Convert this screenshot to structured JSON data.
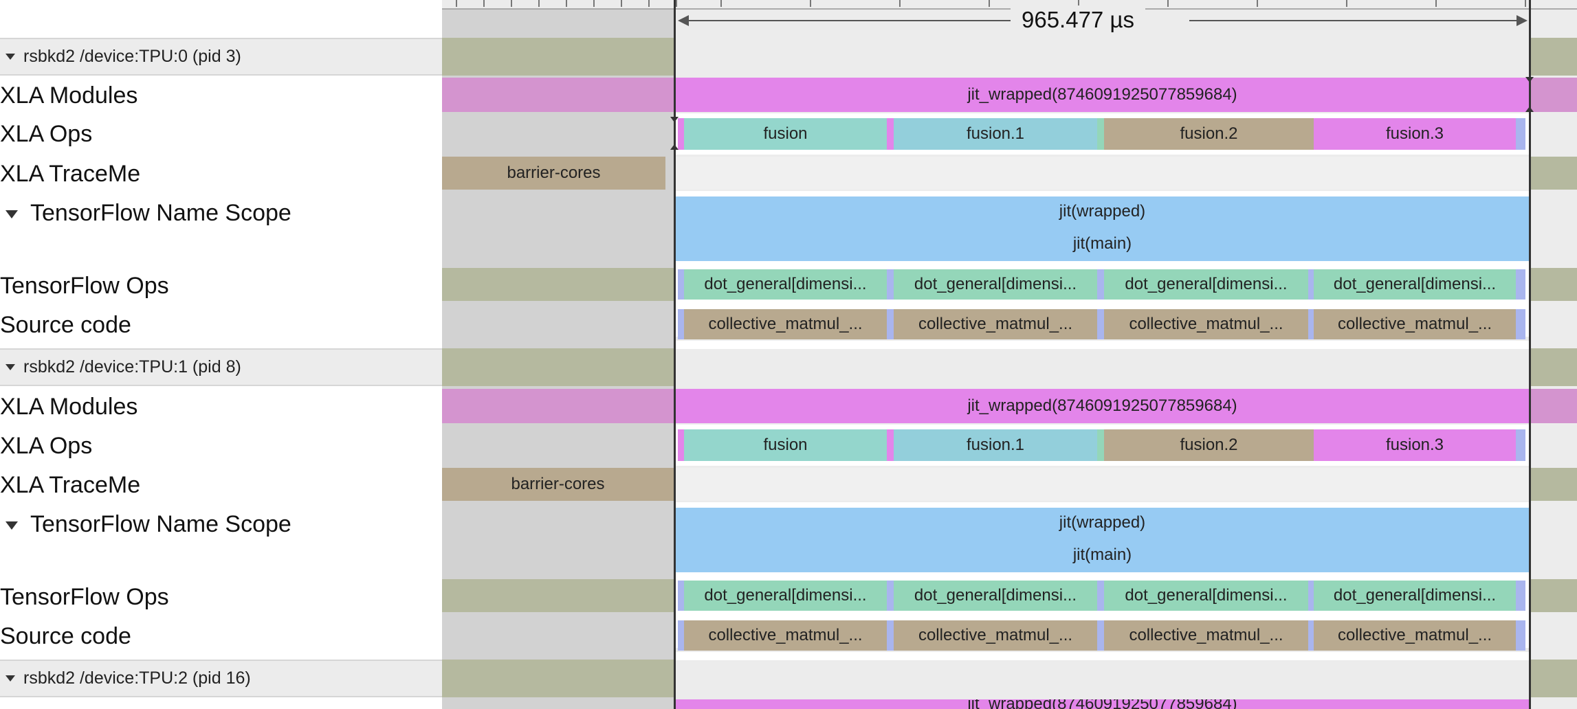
{
  "duration": {
    "label": "965.477 µs"
  },
  "labels": {
    "xla_modules": "XLA Modules",
    "xla_ops": "XLA Ops",
    "xla_traceme": "XLA TraceMe",
    "tf_name_scope": "TensorFlow Name Scope",
    "tf_ops": "TensorFlow Ops",
    "source_code": "Source code"
  },
  "processes": [
    {
      "header": "rsbkd2 /device:TPU:0 (pid 3)"
    },
    {
      "header": "rsbkd2 /device:TPU:1 (pid 8)"
    },
    {
      "header": "rsbkd2 /device:TPU:2 (pid 16)"
    }
  ],
  "slices": {
    "module": "jit_wrapped(8746091925077859684)",
    "fusion": "fusion",
    "fusion1": "fusion.1",
    "fusion2": "fusion.2",
    "fusion3": "fusion.3",
    "barrier": "barrier-cores",
    "scope_outer": "jit(wrapped)",
    "scope_inner": "jit(main)",
    "dot": "dot_general[dimensi...",
    "collective": "collective_matmul_..."
  },
  "partial_module_text": "jit_wrapped(8746091925077859684)",
  "colors": {
    "module": "#e385ea",
    "fusion": "#94d6cc",
    "fusion1": "#93cfdb",
    "fusion2": "#b8a98f",
    "fusion3": "#e385ea",
    "scope": "#97cbf3",
    "dot": "#94d6b9",
    "collective": "#b8a98f",
    "process_band": "#b5b99f",
    "selection_border": "#333333"
  }
}
